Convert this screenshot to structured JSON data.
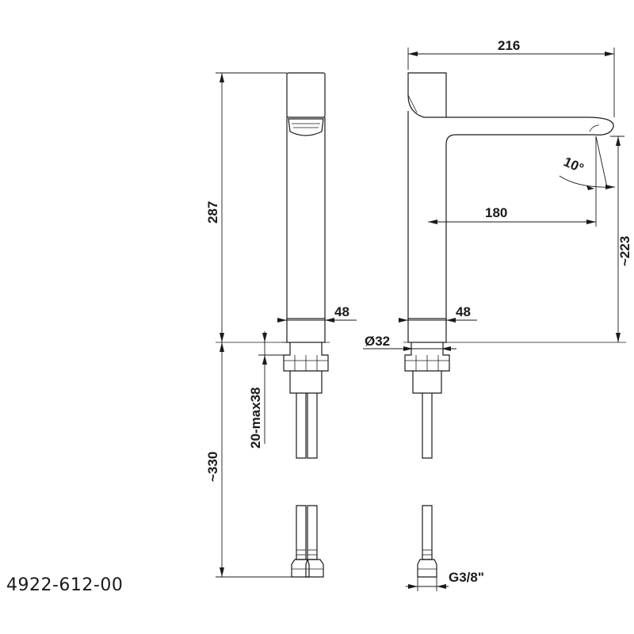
{
  "product_code": "4922-612-00",
  "dimensions": {
    "overall_projection": "216",
    "spout_reach": "180",
    "spout_angle": "10°",
    "body_height": "287",
    "spout_outlet_height": "~223",
    "side_body_width": "48",
    "front_body_width": "48",
    "base_diameter": "Ø32",
    "deck_thickness": "20-max38",
    "hose_length": "~330",
    "connection_thread": "G3/8\""
  }
}
